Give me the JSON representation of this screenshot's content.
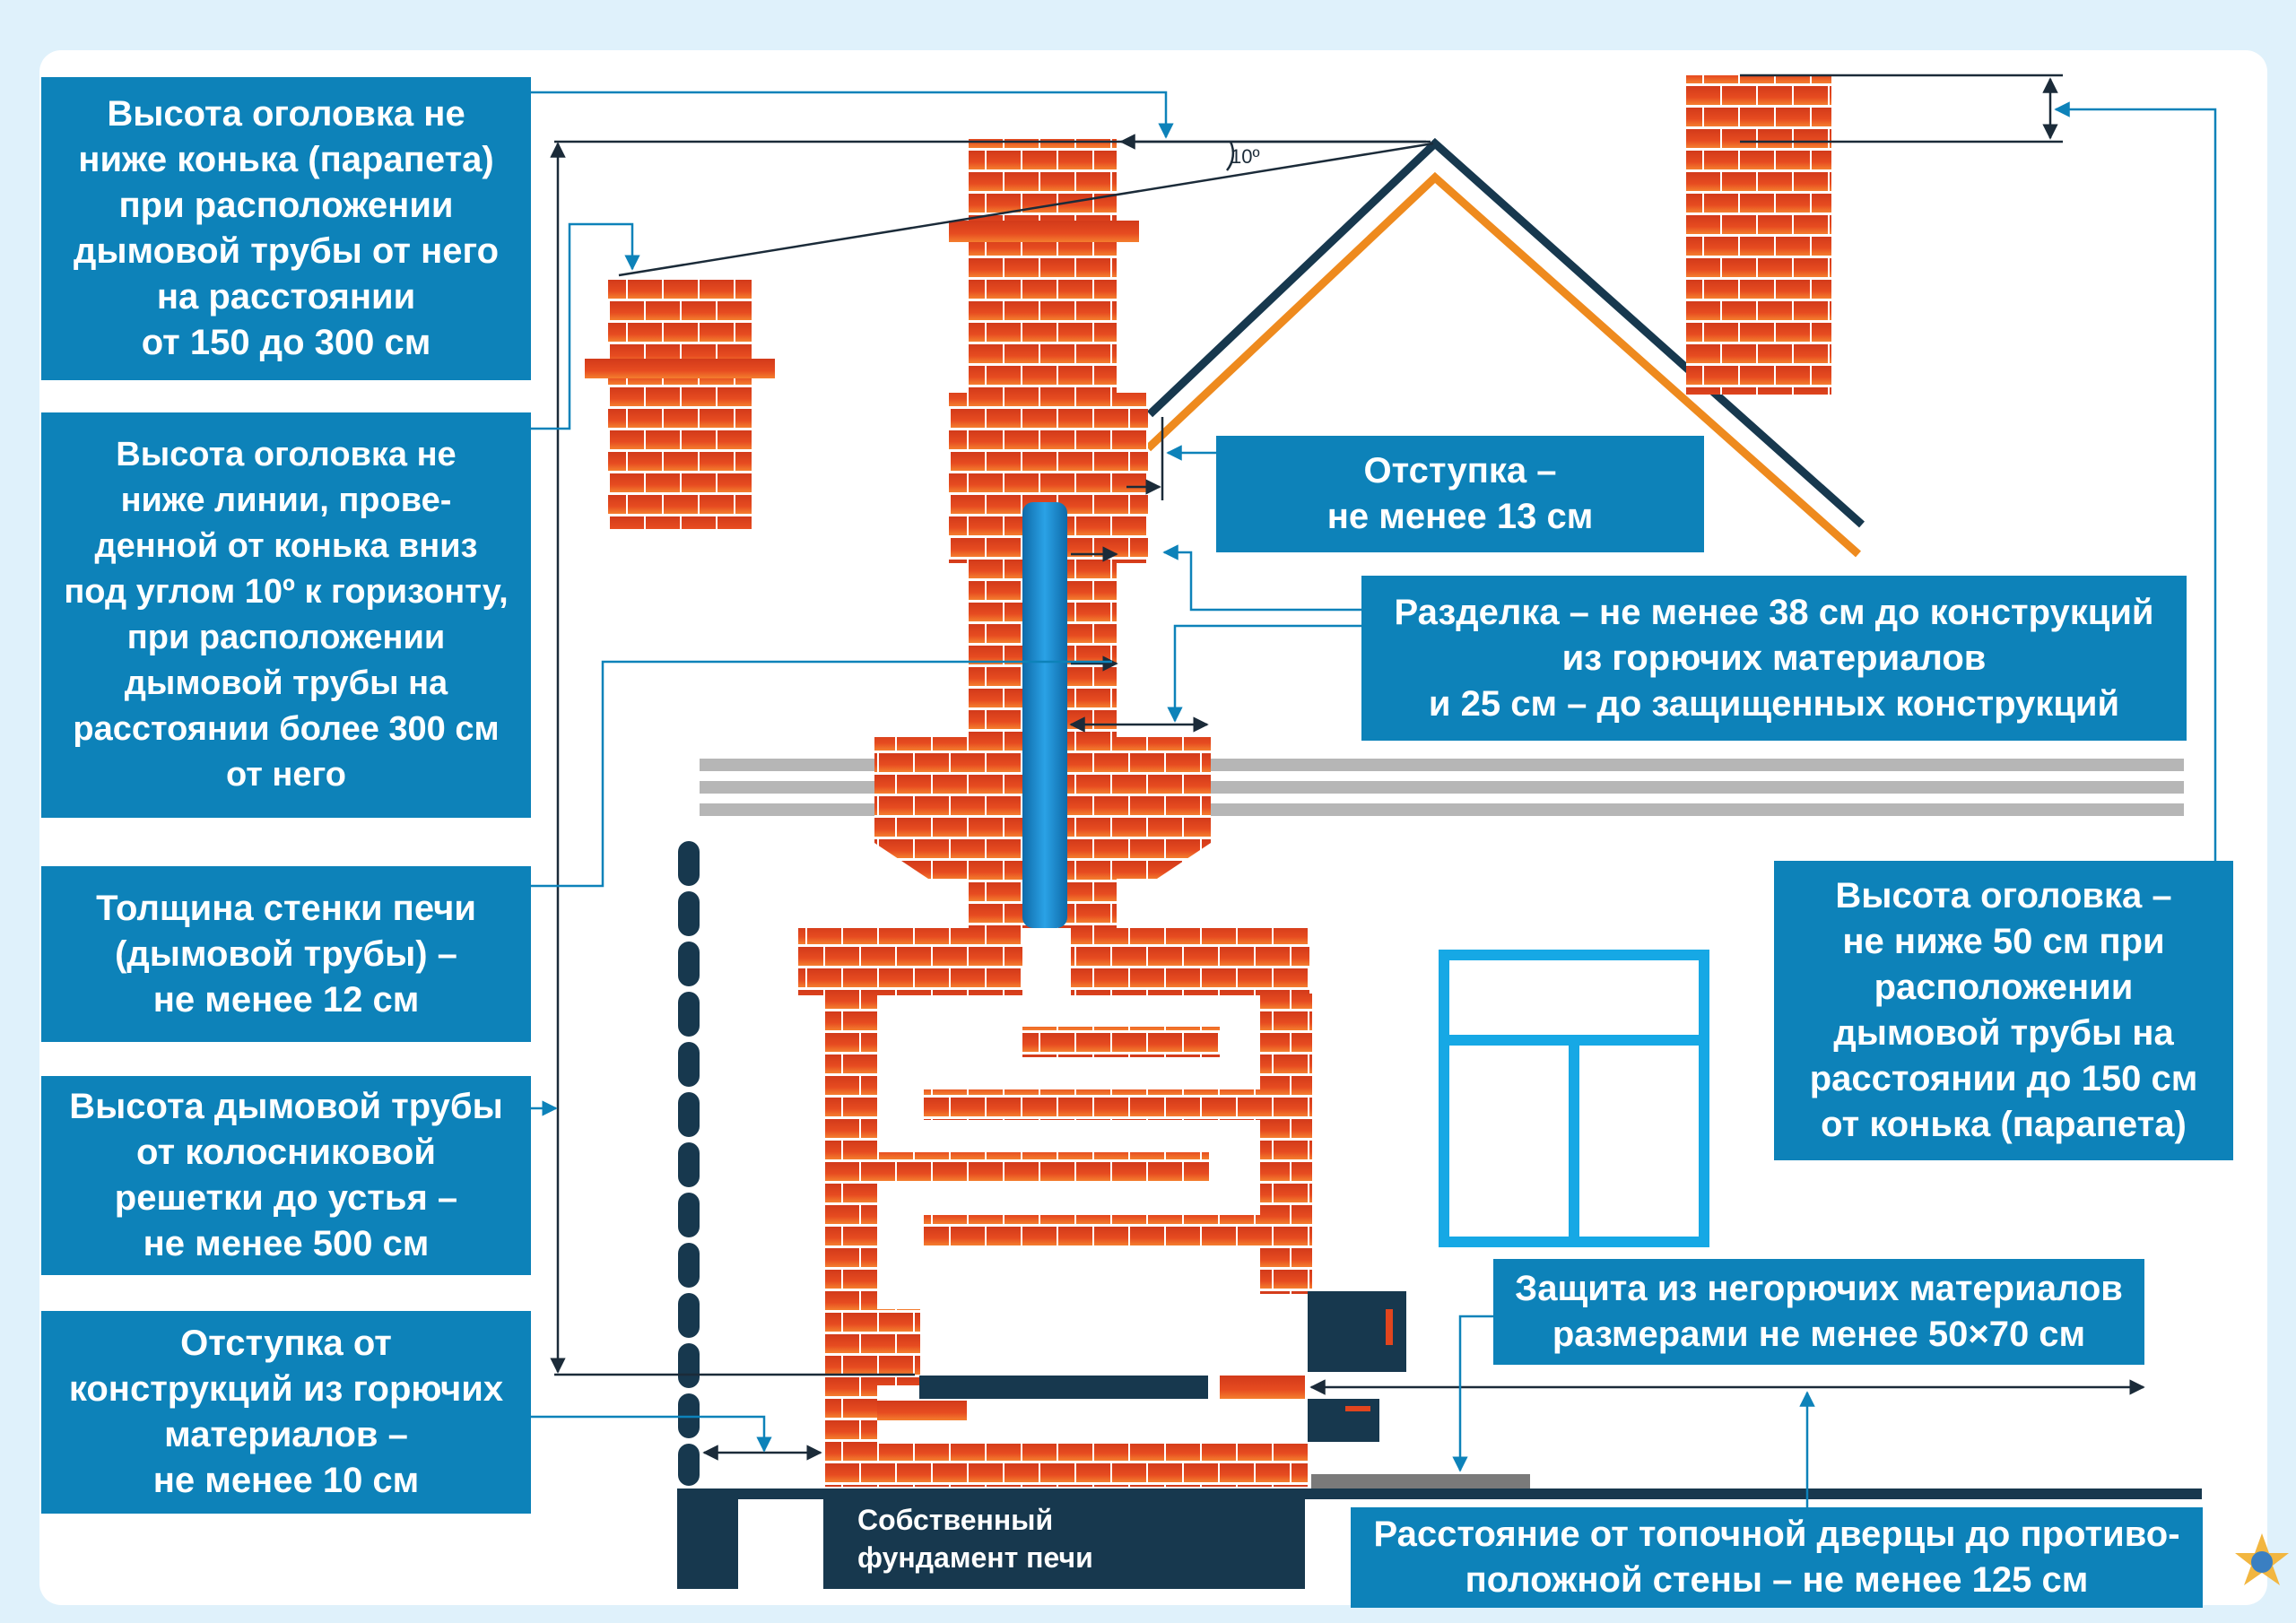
{
  "boxes": {
    "parapet_150_300": "Высота оголовка не\nниже конька (парапета)\nпри расположении\nдымовой трубы от него\nна расстоянии\nот 150 до 300 см",
    "angle_line": "Высота оголовка не\nниже линии, прове-\nденной от конька вниз\nпод углом 10º к горизонту,\nпри расположении\nдымовой трубы на\nрасстоянии более 300 см\nот него",
    "wall_thickness": "Толщина стенки печи\n(дымовой трубы) –\nне менее 12 см",
    "chimney_height": "Высота дымовой трубы\nот колосниковой\nрешетки до устья –\nне менее 500 см",
    "offset_combustible": "Отступка от\nконструкций из горючих\nматериалов –\nне менее 10 см",
    "offset_13": "Отступка –\nне менее 13 см",
    "razdelka": "Разделка – не менее 38 см до конструкций\nиз горючих материалов\nи 25 см – до защищенных конструкций",
    "height_50": "Высота оголовка –\nне ниже 50 см при\nрасположении\nдымовой трубы на\nрасстоянии до 150 см\nот конька (парапета)",
    "protection": "Защита из негорючих материалов\nразмерами не менее 50×70 см",
    "door_distance": "Расстояние от топочной дверцы до противо-\nположной стены – не менее 125 см"
  },
  "foundation_label": "Собственный\nфундамент печи",
  "angle_label": "10º",
  "colors": {
    "box_blue": "#0d82b9",
    "brick": "#e2451e",
    "roof_dark": "#17384e",
    "roof_orange": "#ee8a1e",
    "flue_blue": "#1d8fd4",
    "window_blue": "#16a8e5"
  }
}
